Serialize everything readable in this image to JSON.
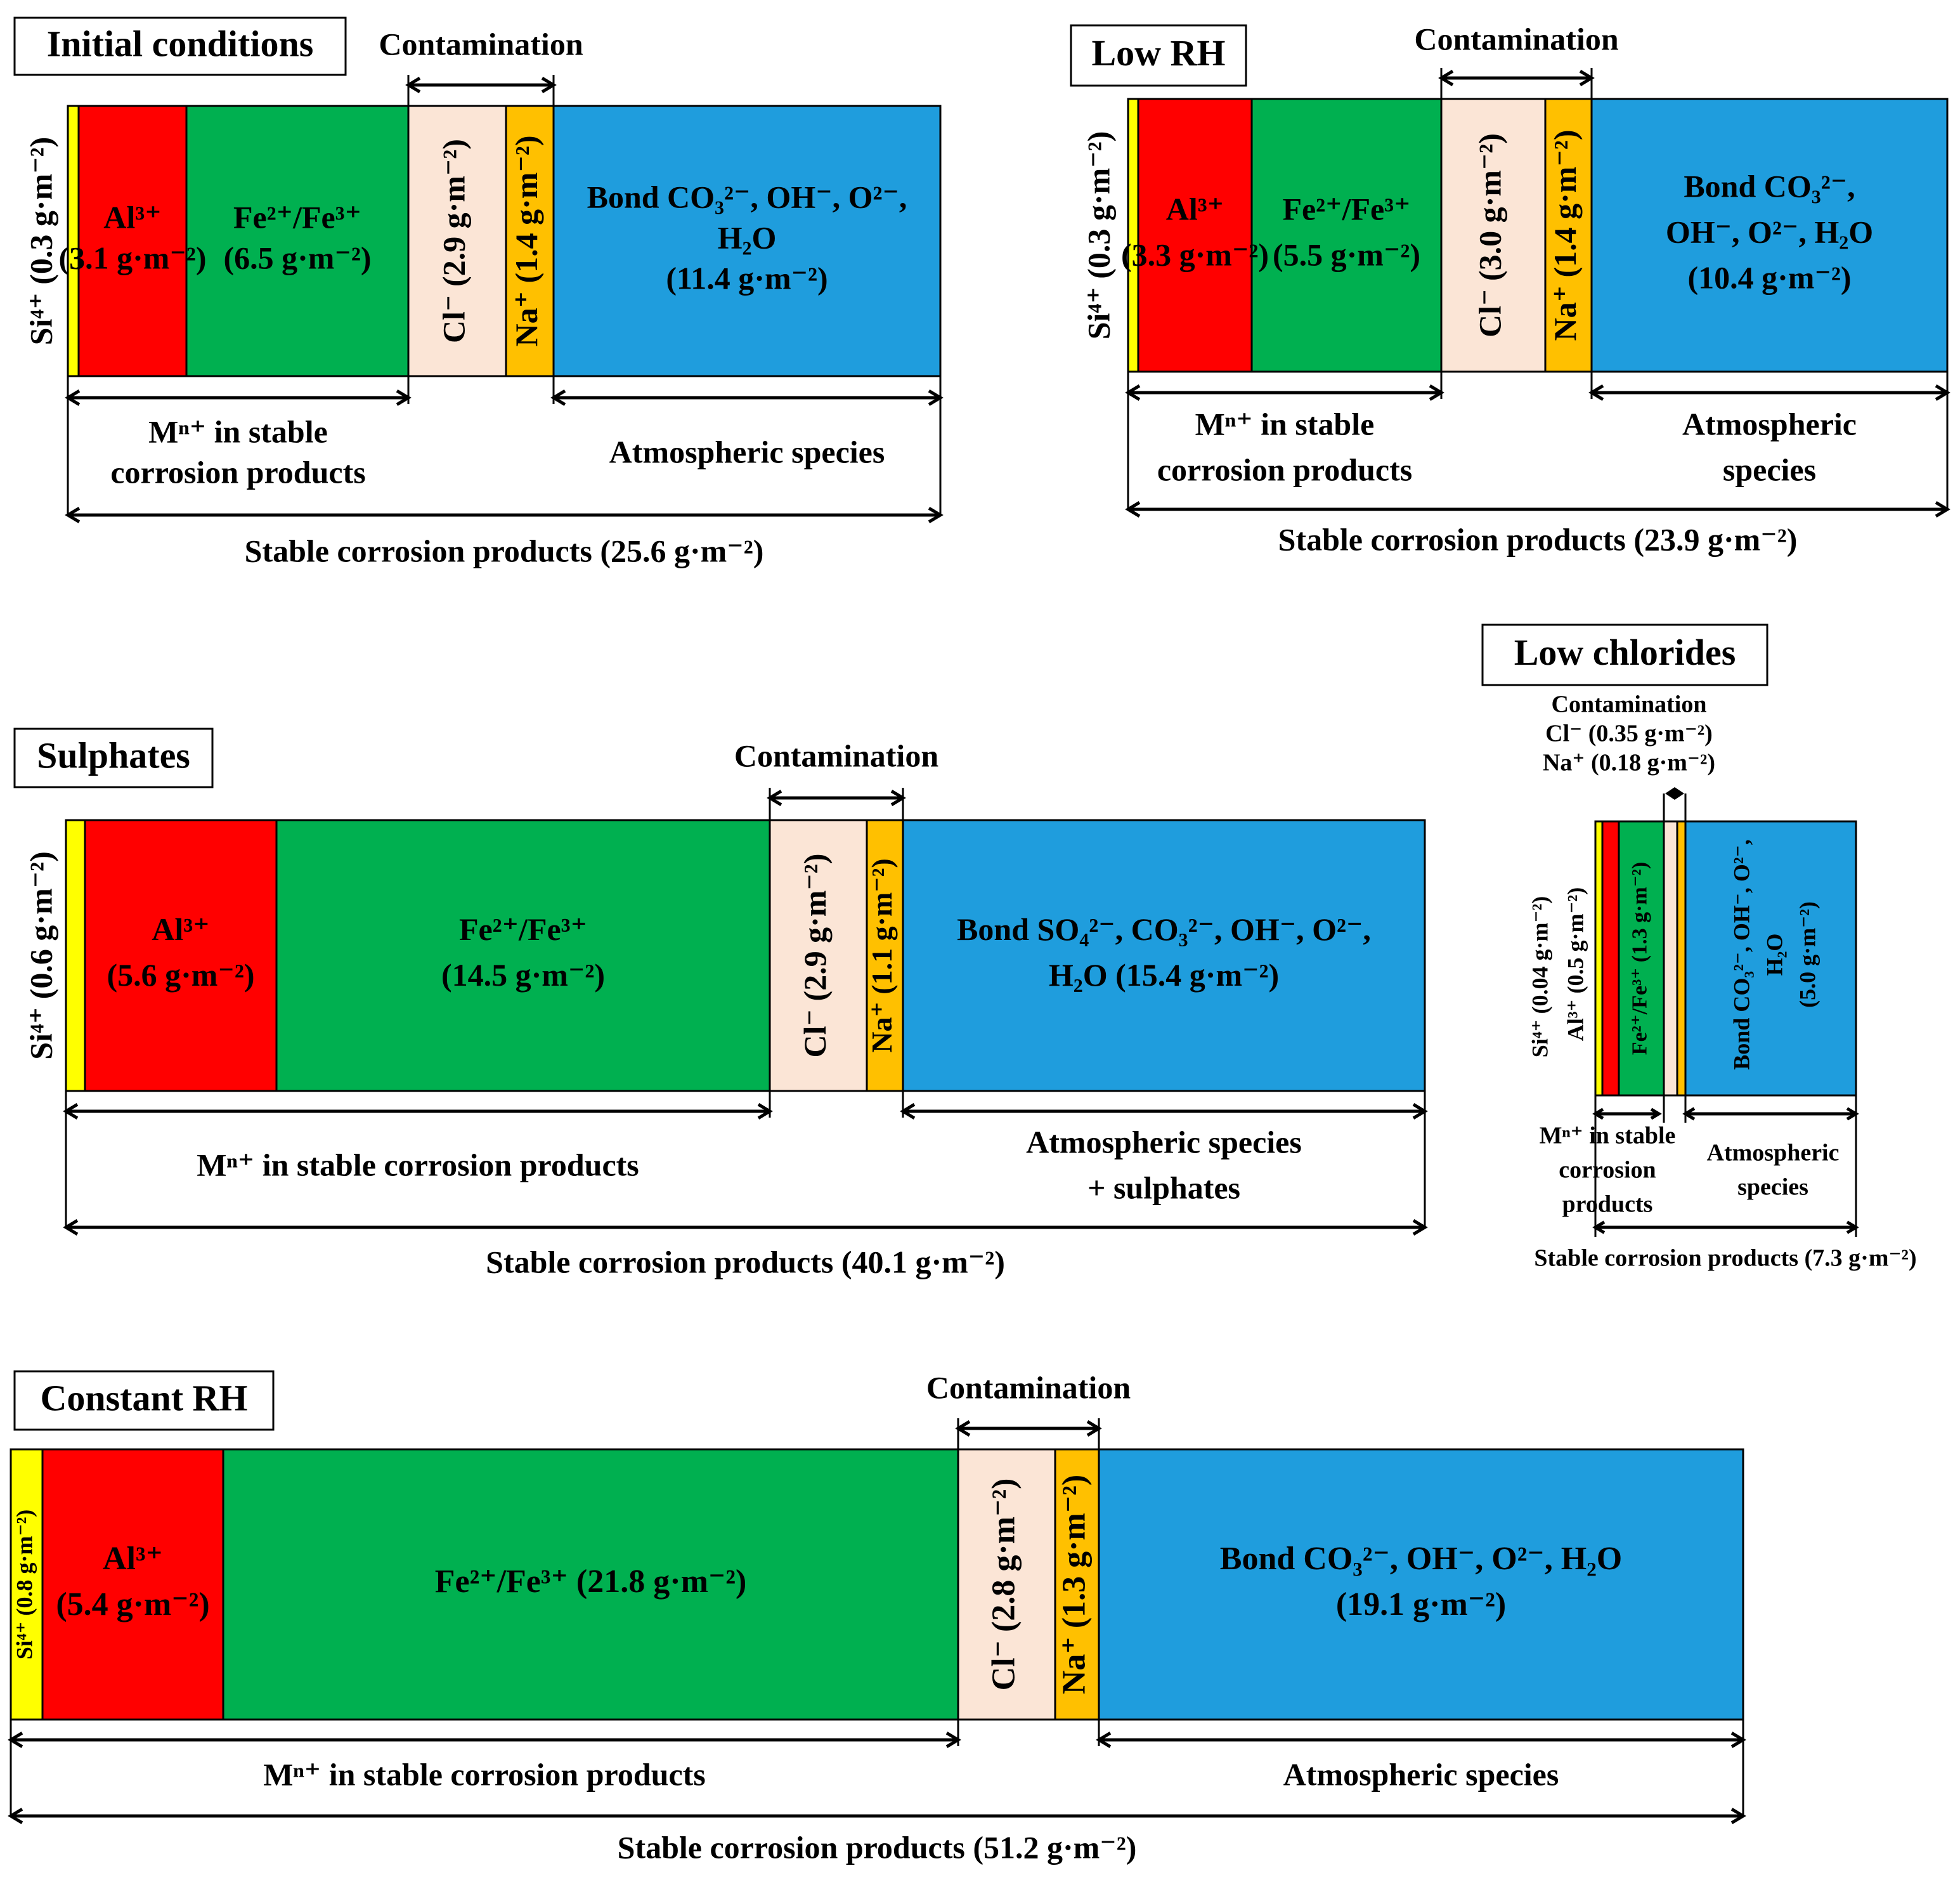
{
  "colors": {
    "si": "#ffff00",
    "al": "#ff0000",
    "fe": "#00b050",
    "cl": "#fbe5d6",
    "na": "#ffc000",
    "atm": "#1f9ddd"
  },
  "panels": [
    {
      "title": "Initial conditions",
      "contamination": "Contamination",
      "si": "Si⁴⁺ (0.3 g·m⁻²)",
      "al": [
        "Al³⁺",
        "(3.1 g·m⁻²)"
      ],
      "fe": [
        "Fe²⁺/Fe³⁺",
        "(6.5 g·m⁻²)"
      ],
      "cl": "Cl⁻ (2.9 g·m⁻²)",
      "na": "Na⁺ (1.4 g·m⁻²)",
      "atm": [
        "Bond CO₃²⁻, OH⁻, O²⁻,",
        "H₂O",
        "(11.4 g·m⁻²)"
      ],
      "mn": [
        "Mⁿ⁺ in stable",
        "corrosion products"
      ],
      "atm_label": [
        "Atmospheric species"
      ],
      "total": "Stable corrosion products (25.6 g·m⁻²)"
    },
    {
      "title": "Low RH",
      "contamination": "Contamination",
      "si": "Si⁴⁺ (0.3 g·m⁻²)",
      "al": [
        "Al³⁺",
        "(3.3 g·m⁻²)"
      ],
      "fe": [
        "Fe²⁺/Fe³⁺",
        "(5.5 g·m⁻²)"
      ],
      "cl": "Cl⁻ (3.0 g·m⁻²)",
      "na": "Na⁺ (1.4 g·m⁻²)",
      "atm": [
        "Bond CO₃²⁻,",
        "OH⁻, O²⁻, H₂O",
        "(10.4 g·m⁻²)"
      ],
      "mn": [
        "Mⁿ⁺ in stable",
        "corrosion products"
      ],
      "atm_label": [
        "Atmospheric",
        "species"
      ],
      "total": "Stable corrosion products (23.9 g·m⁻²)"
    },
    {
      "title": "Sulphates",
      "contamination": "Contamination",
      "si": "Si⁴⁺ (0.6 g·m⁻²)",
      "al": [
        "Al³⁺",
        "(5.6 g·m⁻²)"
      ],
      "fe": [
        "Fe²⁺/Fe³⁺",
        "(14.5 g·m⁻²)"
      ],
      "cl": "Cl⁻ (2.9 g·m⁻²)",
      "na": "Na⁺ (1.1 g·m⁻²)",
      "atm": [
        "Bond SO₄²⁻, CO₃²⁻, OH⁻, O²⁻,",
        "H₂O (15.4 g·m⁻²)"
      ],
      "mn": [
        "Mⁿ⁺ in stable corrosion products"
      ],
      "atm_label": [
        "Atmospheric species",
        "+ sulphates"
      ],
      "total": "Stable corrosion products (40.1 g·m⁻²)"
    },
    {
      "title": "Low chlorides",
      "contamination": [
        "Contamination",
        "Cl⁻ (0.35 g·m⁻²)",
        "Na⁺ (0.18 g·m⁻²)"
      ],
      "si": "Si⁴⁺ (0.04 g·m⁻²)",
      "al": "Al³⁺ (0.5 g·m⁻²)",
      "fe": "Fe²⁺/Fe³⁺ (1.3 g·m⁻²)",
      "atm": [
        "Bond CO₃²⁻, OH⁻, O²⁻,",
        "H₂O",
        "(5.0 g·m⁻²)"
      ],
      "mn": [
        "Mⁿ⁺ in stable",
        "corrosion",
        "products"
      ],
      "atm_label": [
        "Atmospheric",
        "species"
      ],
      "total": "Stable corrosion products (7.3 g·m⁻²)"
    },
    {
      "title": "Constant RH",
      "contamination": "Contamination",
      "si": "Si⁴⁺ (0.8 g·m⁻²)",
      "al": [
        "Al³⁺",
        "(5.4 g·m⁻²)"
      ],
      "fe": [
        "Fe²⁺/Fe³⁺ (21.8 g·m⁻²)"
      ],
      "cl": "Cl⁻ (2.8 g·m⁻²)",
      "na": "Na⁺ (1.3 g·m⁻²)",
      "atm": [
        "Bond CO₃²⁻, OH⁻, O²⁻, H₂O",
        "(19.1 g·m⁻²)"
      ],
      "mn": [
        "Mⁿ⁺ in stable corrosion products"
      ],
      "atm_label": [
        "Atmospheric species"
      ],
      "total": "Stable corrosion products (51.2 g·m⁻²)"
    }
  ]
}
